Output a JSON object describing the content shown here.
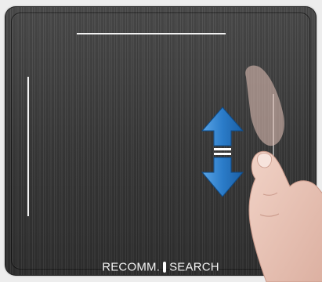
{
  "gesture": {
    "direction": "vertical",
    "arrow_color": "#1f6db8"
  },
  "footer": {
    "left_label": "RECOMM.",
    "right_label": "SEARCH"
  },
  "icons": {
    "arrow": "up-down-arrow-icon",
    "hand": "swipe-hand-icon"
  }
}
